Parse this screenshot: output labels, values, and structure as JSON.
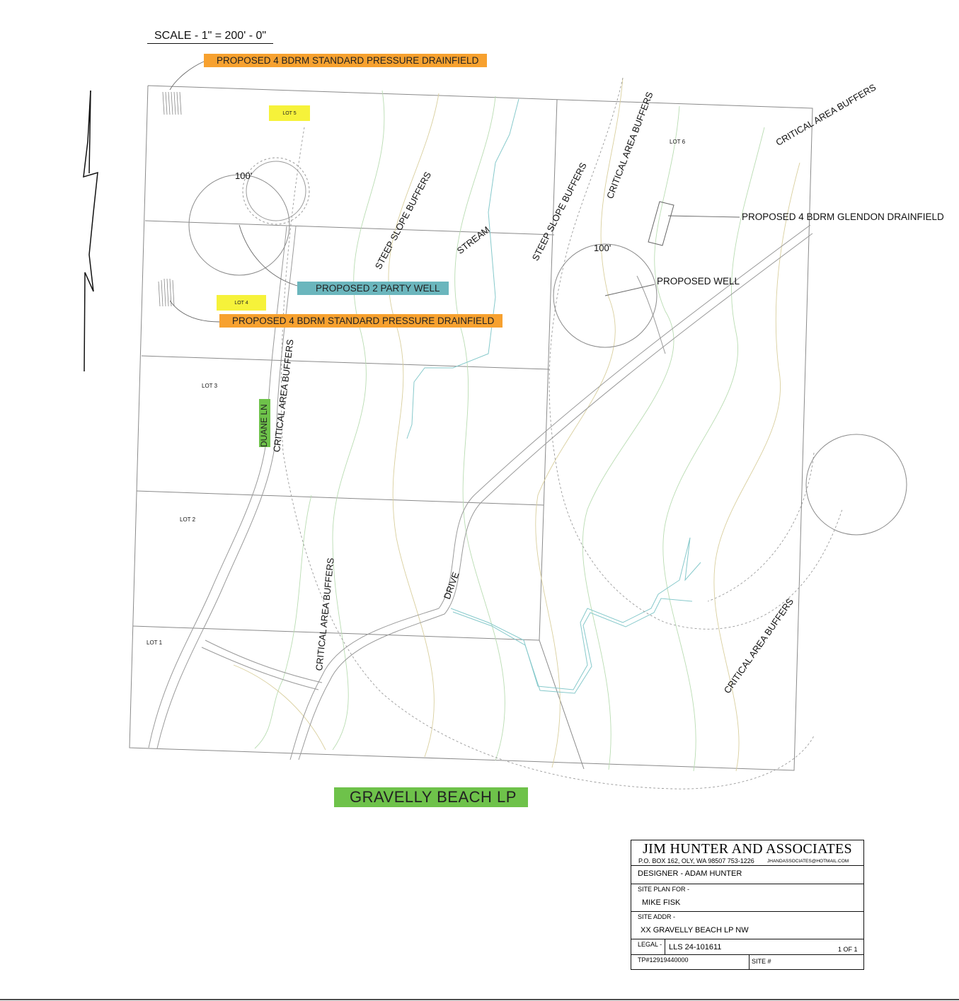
{
  "scale": "SCALE - 1\" = 200' - 0\"",
  "highlight_labels": {
    "drainfield_lot5": "PROPOSED 4 BDRM STANDARD PRESSURE DRAINFIELD",
    "party_well": "PROPOSED 2 PARTY WELL",
    "drainfield_lot4": "PROPOSED 4 BDRM STANDARD PRESSURE DRAINFIELD",
    "road_bottom": "GRAVELLY BEACH LP",
    "road_duane": "DUANE LN"
  },
  "lots": [
    "LOT 1",
    "LOT 2",
    "LOT 3",
    "LOT 4",
    "LOT 5",
    "LOT 6"
  ],
  "radius_labels": [
    "100'",
    "100'"
  ],
  "map_labels": {
    "steep_slope_1": "STEEP SLOPE BUFFERS",
    "stream": "STREAM",
    "steep_slope_2": "STEEP SLOPE BUFFERS",
    "critical_top": "CRITICAL AREA BUFFERS",
    "critical_top_right": "CRITICAL AREA BUFFERS",
    "critical_duane": "CRITICAL AREA BUFFERS",
    "critical_bottom": "CRITICAL AREA BUFFERS",
    "critical_bottom_right": "CRITICAL AREA BUFFERS",
    "drive": "DRIVE",
    "glendon_drainfield": "PROPOSED 4 BDRM GLENDON DRAINFIELD",
    "proposed_well": "PROPOSED WELL"
  },
  "title_block": {
    "firm": "JIM HUNTER AND ASSOCIATES",
    "address": "P.O. BOX 162, OLY, WA 98507     753-1226",
    "email": "JHANDASSOCIATES@HOTMAIL.COM",
    "designer": "DESIGNER - ADAM HUNTER",
    "site_plan_for_label": "SITE PLAN FOR -",
    "site_plan_for": "MIKE FISK",
    "site_addr_label": "SITE ADDR -",
    "site_addr": "XX GRAVELLY BEACH LP NW",
    "legal_label": "LEGAL -",
    "legal": "LLS 24-101611",
    "sheet": "1 OF  1",
    "tax_parcel": "TP#12919440000",
    "site_no_label": "SITE #"
  },
  "colors": {
    "orange_highlight": "#f7a12f",
    "teal_highlight": "#6bb6bd",
    "yellow_highlight": "#f6f23a",
    "green_highlight": "#6ec24a",
    "contour_green": "#a9d3a3",
    "contour_blue": "#7fc6c8"
  }
}
